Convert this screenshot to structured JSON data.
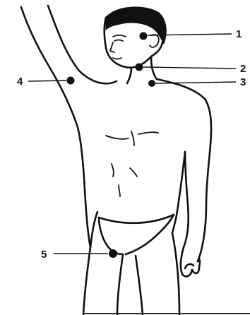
{
  "diagram": {
    "callouts": [
      {
        "number": "1"
      },
      {
        "number": "2"
      },
      {
        "number": "3"
      },
      {
        "number": "4"
      },
      {
        "number": "5"
      }
    ]
  }
}
